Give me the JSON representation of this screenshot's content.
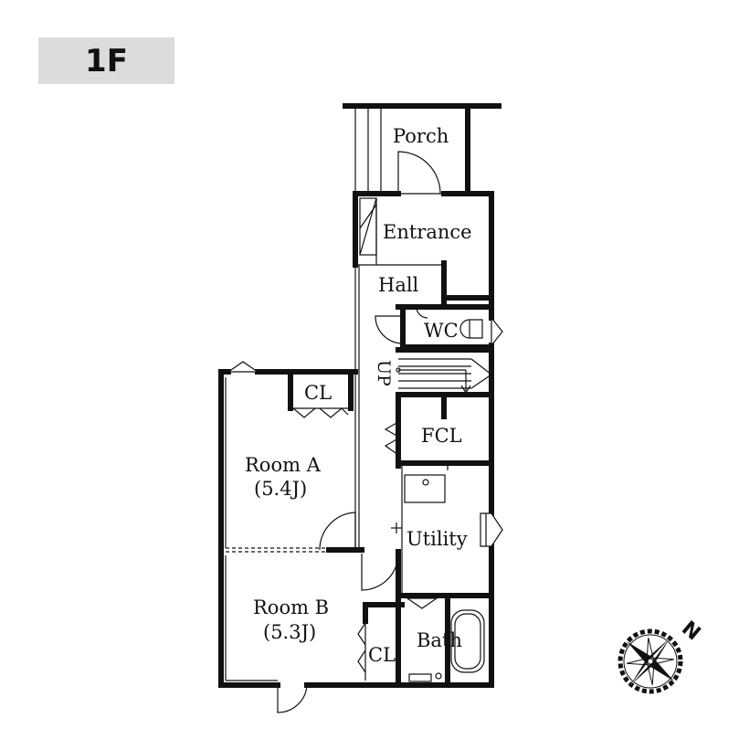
{
  "floor_label": "1F",
  "rooms": {
    "porch": "Porch",
    "entrance": "Entrance",
    "hall": "Hall",
    "wc": "WC",
    "up": "UP",
    "cl_top": "CL",
    "fcl": "FCL",
    "room_a_name": "Room A",
    "room_a_size": "(5.4J)",
    "utility": "Utility",
    "room_b_name": "Room B",
    "room_b_size": "(5.3J)",
    "cl_bottom": "CL",
    "bath": "Bath"
  },
  "compass": {
    "north_label": "N"
  },
  "colors": {
    "wall": "#111111",
    "floor_tag_bg": "#dcdcdc",
    "background": "#ffffff"
  }
}
